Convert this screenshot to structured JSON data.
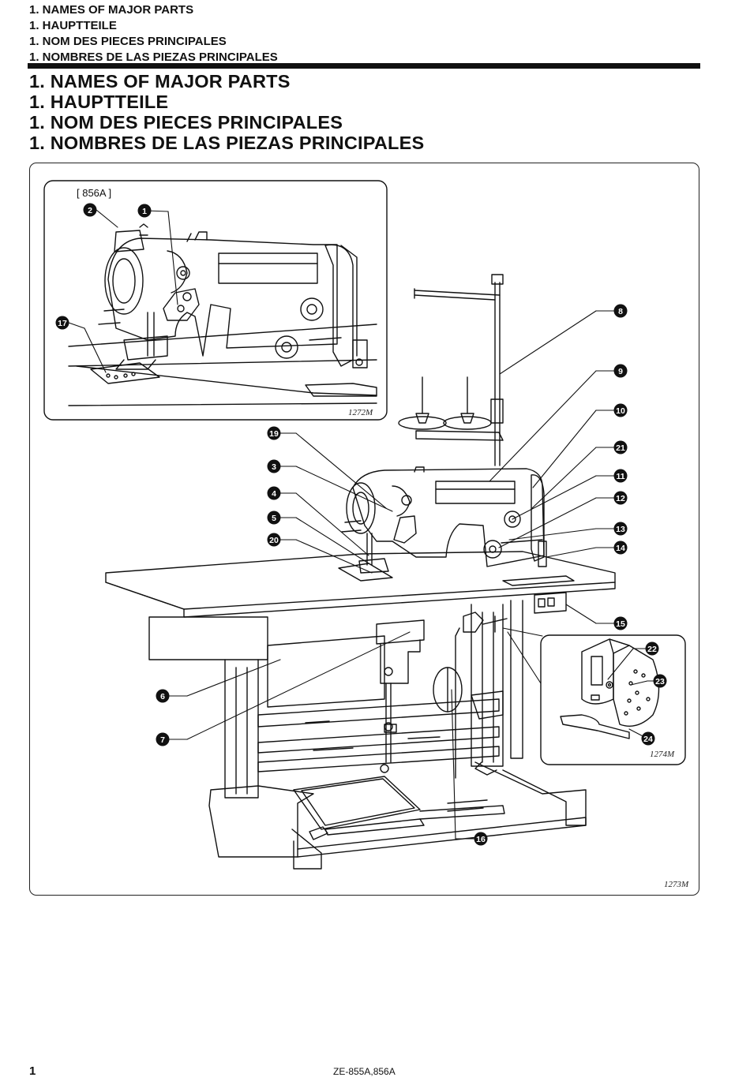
{
  "header": {
    "lines": [
      "1. NAMES OF MAJOR PARTS",
      "1. HAUPTTEILE",
      "1. NOM DES PIECES PRINCIPALES",
      "1. NOMBRES DE LAS PIEZAS PRINCIPALES"
    ]
  },
  "title": {
    "lines": [
      "1. NAMES OF MAJOR PARTS",
      "1. HAUPTTEILE",
      "1. NOM DES PIECES PRINCIPALES",
      "1. NOMBRES DE LAS PIEZAS PRINCIPALES"
    ]
  },
  "figure": {
    "inset_top_label": "[ 856A ]",
    "inset_top_id": "1272M",
    "inset_side_id": "1274M",
    "main_id": "1273M",
    "callouts": {
      "c1": "1",
      "c2": "2",
      "c3": "3",
      "c4": "4",
      "c5": "5",
      "c6": "6",
      "c7": "7",
      "c8": "8",
      "c9": "9",
      "c10": "10",
      "c11": "11",
      "c12": "12",
      "c13": "13",
      "c14": "14",
      "c15": "15",
      "c16": "16",
      "c17": "17",
      "c19": "19",
      "c20": "20",
      "c21": "21",
      "c22": "22",
      "c23": "23",
      "c24": "24"
    }
  },
  "footer": {
    "page_number": "1",
    "model": "ZE-855A,856A"
  }
}
